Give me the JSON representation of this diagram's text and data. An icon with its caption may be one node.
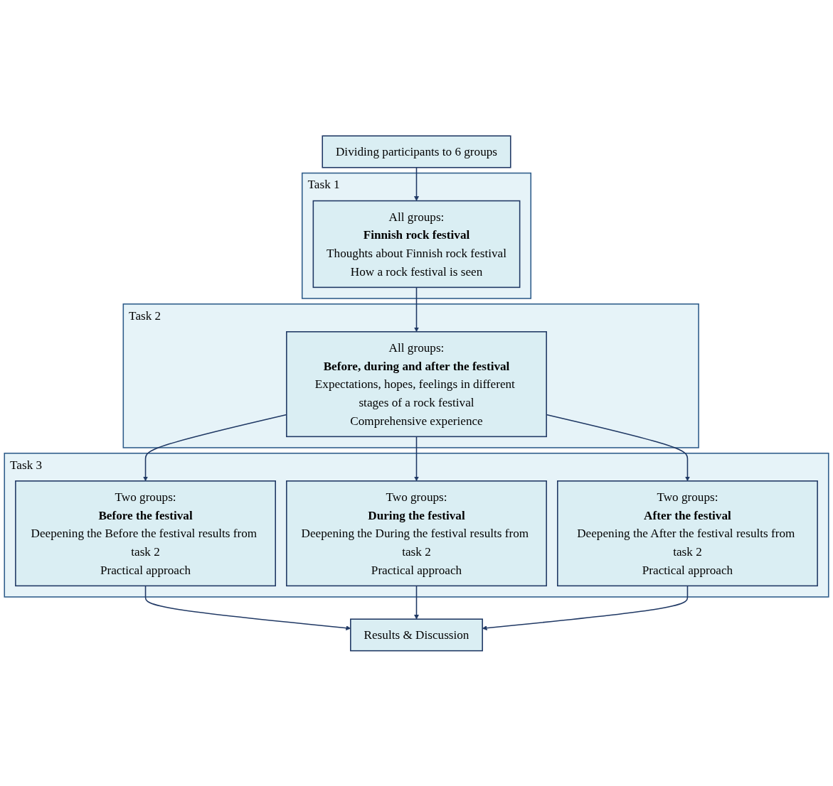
{
  "diagram": {
    "nodes": [
      {
        "text": [
          "Dividing participants to 6 groups"
        ]
      },
      {
        "text": [
          "Task 1"
        ]
      },
      {
        "text": [
          "All groups:",
          "Finnish rock festival",
          "Thoughts about Finnish rock festival",
          "How a rock festival is seen"
        ],
        "in": 1
      },
      {
        "text": [
          "Task 2"
        ]
      },
      {
        "text": [
          "All groups:",
          "Before, during and after the festival",
          "Expectations, hopes, feelings in different stages of a rock festival",
          "Comprehensive experience"
        ],
        "in": 3
      },
      {
        "text": [
          "Task 3"
        ]
      },
      {
        "text": [
          "Two groups:",
          "Before the festival",
          "Deepening the Before the festival results from task 2",
          "Practical approach"
        ],
        "in": 5
      },
      {
        "text": [
          "Two groups:",
          "During the festival",
          "Deepening the During the festival results from task 2",
          "Practical approach"
        ],
        "in": 5
      },
      {
        "text": [
          "Two groups:",
          "After the festival",
          "Deepening the After the festival results from task 2",
          "Practical approach"
        ],
        "in": 5
      },
      {
        "text": [
          "Results & Discussion"
        ]
      }
    ],
    "edges": [
      {
        "from": 0,
        "to": 2,
        "arrow": "to"
      },
      {
        "from": 2,
        "to": 4,
        "arrow": "to"
      },
      {
        "from": 4,
        "to": 6,
        "arrow": "to"
      },
      {
        "from": 4,
        "to": 7,
        "arrow": "to"
      },
      {
        "from": 4,
        "to": 8,
        "arrow": "to"
      },
      {
        "from": 6,
        "to": 9,
        "arrow": "to"
      },
      {
        "from": 7,
        "to": 9,
        "arrow": "to"
      },
      {
        "from": 8,
        "to": 9,
        "arrow": "to"
      }
    ]
  }
}
